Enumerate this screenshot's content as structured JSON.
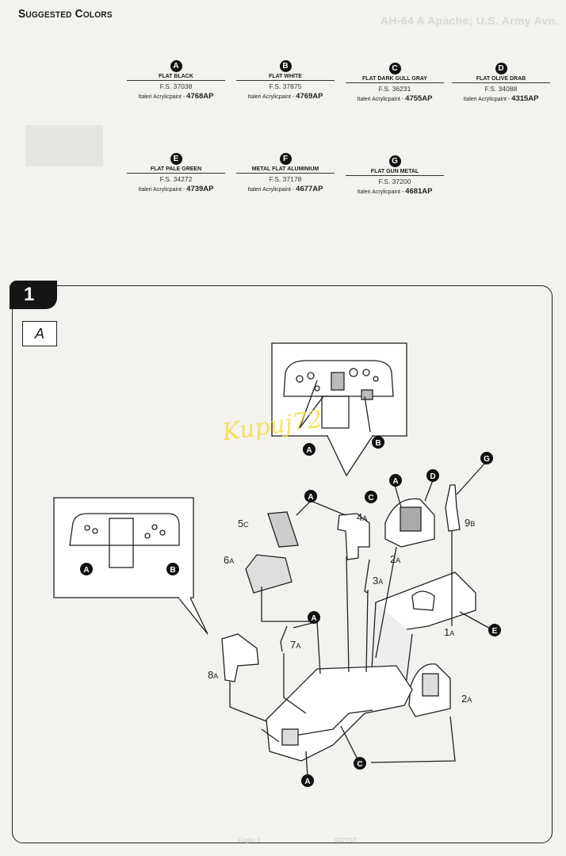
{
  "header": {
    "title": "Suggested Colors",
    "ghost_text": "AH-64 A Apache; U.S. Army Avn."
  },
  "colors": [
    {
      "letter": "A",
      "name": "Flat Black",
      "fs": "F.S. 37038",
      "paint_brand": "Italeri Acrylicpaint -",
      "code": "4768AP"
    },
    {
      "letter": "B",
      "name": "Flat White",
      "fs": "F.S. 37875",
      "paint_brand": "Italeri Acrylicpaint -",
      "code": "4769AP"
    },
    {
      "letter": "C",
      "name": "Flat Dark Gull Gray",
      "fs": "F.S. 36231",
      "paint_brand": "Italeri Acrylicpaint -",
      "code": "4755AP"
    },
    {
      "letter": "D",
      "name": "Flat Olive Drab",
      "fs": "F.S. 34088",
      "paint_brand": "Italeri Acrylicpaint -",
      "code": "4315AP"
    },
    {
      "letter": "E",
      "name": "Flat Pale Green",
      "fs": "F.S. 34272",
      "paint_brand": "Italeri Acrylicpaint -",
      "code": "4739AP"
    },
    {
      "letter": "F",
      "name": "Metal Flat Aluminium",
      "fs": "F.S. 37178",
      "paint_brand": "Italeri Acrylicpaint -",
      "code": "4677AP"
    },
    {
      "letter": "G",
      "name": "Flat Gun Metal",
      "fs": "F.S. 37200",
      "paint_brand": "Italeri Acrylicpaint -",
      "code": "4681AP"
    }
  ],
  "step": {
    "number": "1",
    "sub_label": "A",
    "watermark": "Kupuj72",
    "parts": [
      {
        "id": "5c",
        "num": "5",
        "sub": "C"
      },
      {
        "id": "4a",
        "num": "4",
        "sub": "A"
      },
      {
        "id": "2a_top",
        "num": "2",
        "sub": "A"
      },
      {
        "id": "9b",
        "num": "9",
        "sub": "B"
      },
      {
        "id": "6a",
        "num": "6",
        "sub": "A"
      },
      {
        "id": "3a",
        "num": "3",
        "sub": "A"
      },
      {
        "id": "1a",
        "num": "1",
        "sub": "A"
      },
      {
        "id": "7a",
        "num": "7",
        "sub": "A"
      },
      {
        "id": "8a",
        "num": "8",
        "sub": "A"
      },
      {
        "id": "2a_bottom",
        "num": "2",
        "sub": "A"
      }
    ],
    "callouts": [
      "A",
      "B",
      "A",
      "B",
      "A",
      "C",
      "D",
      "G",
      "A",
      "E",
      "C",
      "A"
    ]
  },
  "footer": {
    "left": "Foglio 2",
    "right": "9425ST"
  }
}
